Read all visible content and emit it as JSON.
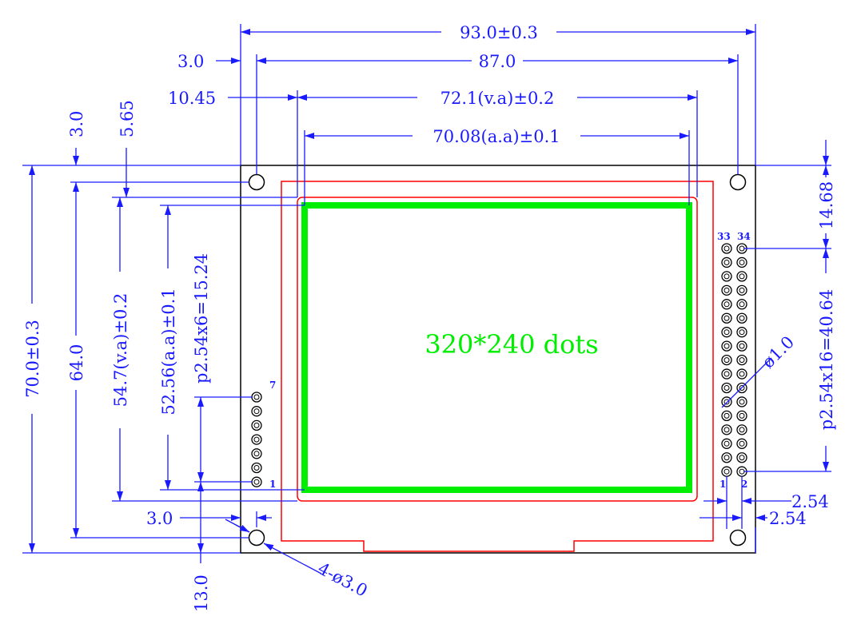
{
  "colors": {
    "outline": "#000000",
    "dimension": "#1a1aff",
    "bezel": "#ff0000",
    "active_area": "#00ee00"
  },
  "center_label": "320*240  dots",
  "dimensions": {
    "total_width": "93.0±0.3",
    "hole_pitch_x": "87.0",
    "hole_offset_x": "3.0",
    "va_offset_x": "10.45",
    "va_width": "72.1(v.a)±0.2",
    "aa_width": "70.08(a.a)±0.1",
    "hole_offset_y": "3.0",
    "va_offset_y": "5.65",
    "total_height": "70.0±0.3",
    "hole_pitch_y": "64.0",
    "va_height": "54.7(v.a)±0.2",
    "aa_height": "52.56(a.a)±0.1",
    "left_pin_span": "p2.54x6=15.24",
    "left_pin_offset_y": "13.0",
    "left_pin_offset_x": "3.0",
    "mount_holes": "4-ø3.0",
    "pin_dia": "ø1.0",
    "right_pin_offset_y": "14.68",
    "right_pin_span": "p2.54x16=40.64",
    "pin_pitch_a": "2.54",
    "pin_pitch_b": "2.54"
  },
  "pin_labels": {
    "left_top": "7",
    "left_bottom": "1",
    "right_top_a": "33",
    "right_top_b": "34",
    "right_bottom_a": "1",
    "right_bottom_b": "2"
  }
}
